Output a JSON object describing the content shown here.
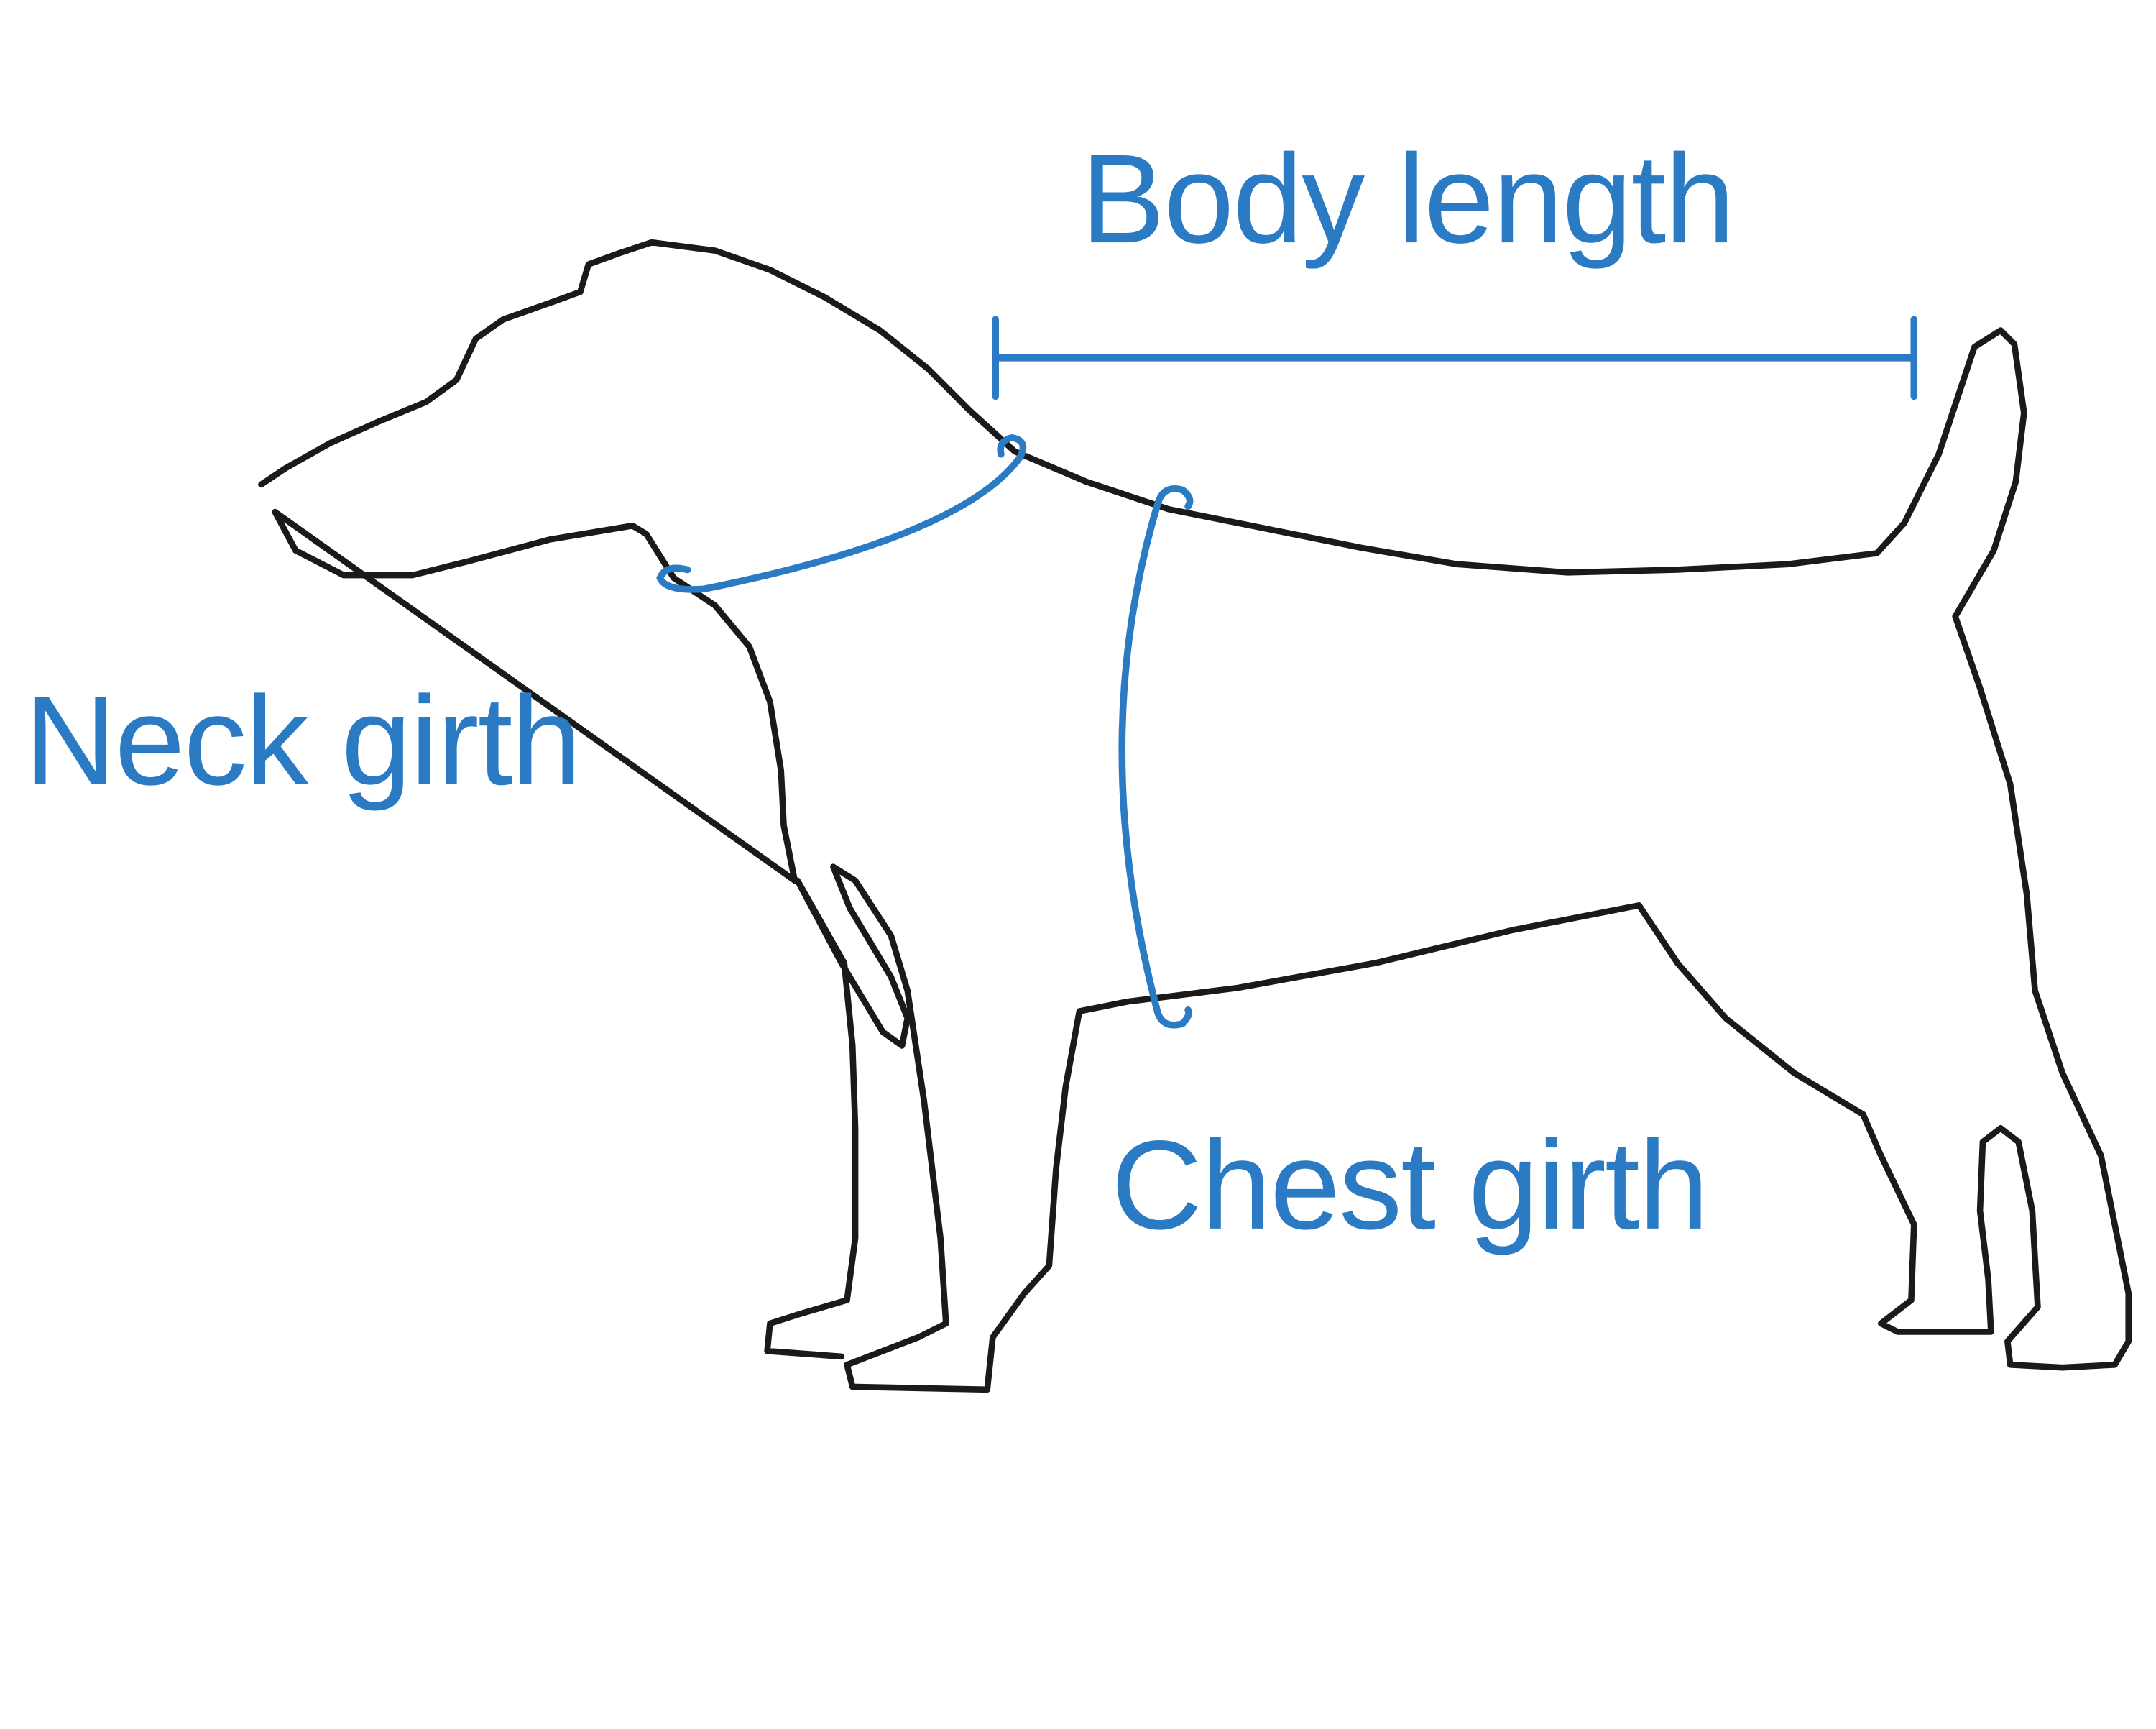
{
  "colors": {
    "outline": "#1a1a1a",
    "measure": "#2a7bc4",
    "background": "#ffffff"
  },
  "labels": {
    "body_length": "Body length",
    "neck_girth": "Neck girth",
    "chest_girth": "Chest girth"
  }
}
